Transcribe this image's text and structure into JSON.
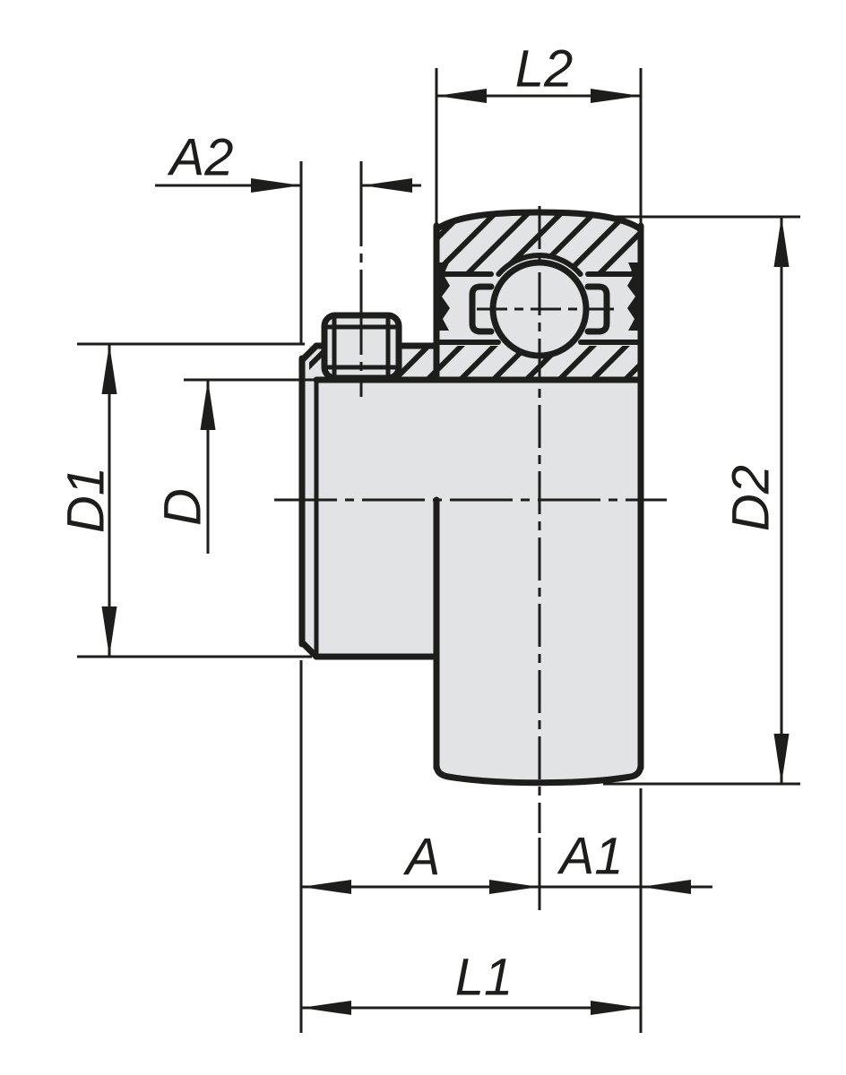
{
  "drawing": {
    "subject": "Sectional side view of an insert ball bearing unit with locking collar and set screw, with dimension callouts",
    "colors": {
      "line": "#1d1d1b",
      "part_fill": "#e2e3e4",
      "background": "#ffffff"
    },
    "labels": {
      "L2": "L2",
      "A2": "A2",
      "D1": "D1",
      "D": "D",
      "D2": "D2",
      "A": "A",
      "A1": "A1",
      "L1": "L1"
    }
  }
}
